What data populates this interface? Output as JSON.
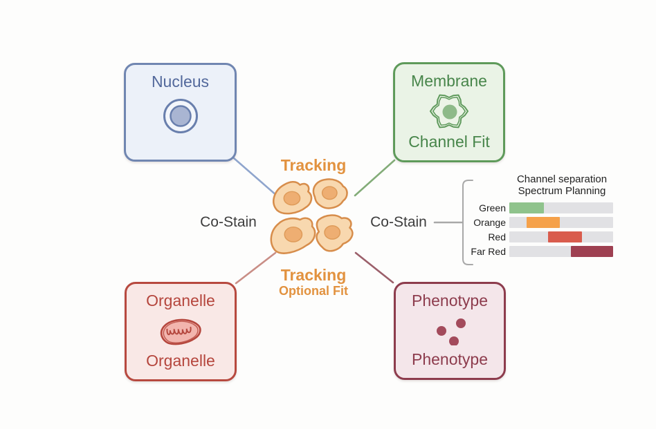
{
  "boxes": {
    "nucleus": {
      "title": "Nucleus",
      "colors": {
        "bg": "#ecf1f9",
        "border": "#7086b1",
        "text": "#52689b"
      }
    },
    "membrane": {
      "title": "Membrane",
      "subtitle": "Channel Fit",
      "colors": {
        "bg": "#eaf3e6",
        "border": "#5e9a5a",
        "text": "#47854a"
      }
    },
    "organelle": {
      "title": "Organelle",
      "subtitle": "Organelle",
      "colors": {
        "bg": "#f9e8e6",
        "border": "#b7493f",
        "text": "#b5463d"
      }
    },
    "phenotype": {
      "title": "Phenotype",
      "subtitle": "Phenotype",
      "colors": {
        "bg": "#f4e6ea",
        "border": "#8d3c4d",
        "text": "#8d3c4d"
      }
    }
  },
  "center": {
    "top_label": "Tracking",
    "bottom_label": "Tracking",
    "bottom_sublabel": "Optional Fit",
    "left_label": "Co-Stain",
    "right_label": "Co-Stain"
  },
  "chart_data": {
    "type": "bar",
    "title": "Channel separation",
    "subtitle": "Spectrum Planning",
    "categories": [
      "Green",
      "Orange",
      "Red",
      "Far Red"
    ],
    "xlim_pct": [
      0,
      100
    ],
    "track_color": "#e1e1e4",
    "rows": [
      {
        "label": "Green",
        "color": "#8fc38c",
        "start_pct": 0,
        "end_pct": 33
      },
      {
        "label": "Orange",
        "color": "#f5a14a",
        "start_pct": 16.5,
        "end_pct": 48.7
      },
      {
        "label": "Red",
        "color": "#d95c4d",
        "start_pct": 37.5,
        "end_pct": 70
      },
      {
        "label": "Far Red",
        "color": "#9e4051",
        "start_pct": 59,
        "end_pct": 100
      }
    ]
  },
  "colors": {
    "tracking_accent": "#e2923f",
    "costain_text": "#3d3d3d",
    "bracket": "#a8a8a8",
    "connector_nucleus": "#8fa5cd",
    "connector_membrane": "#83ac78",
    "connector_organelle": "#c98e86",
    "connector_phenotype": "#9b5f6a",
    "cell_fill": "#f8d8af",
    "cell_stroke": "#d78d4b"
  }
}
